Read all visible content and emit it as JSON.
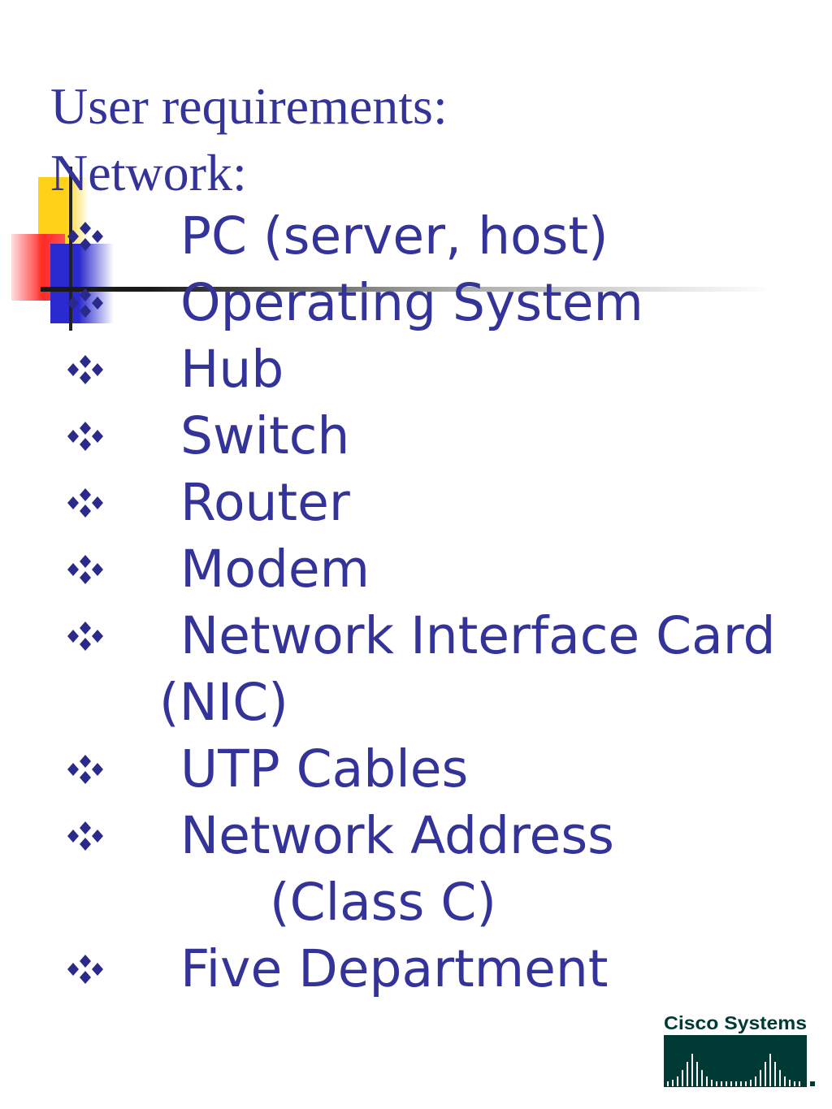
{
  "title": {
    "line1": "User requirements:",
    "line2": "Network:"
  },
  "bullet_icon": "diamond-cluster-icon",
  "items": [
    {
      "text": "PC (server, host)"
    },
    {
      "text": "Operating System"
    },
    {
      "text": "Hub"
    },
    {
      "text": "Switch"
    },
    {
      "text": "Router"
    },
    {
      "text": "Modem"
    },
    {
      "text": "Network Interface Card",
      "continuation": "(NIC)"
    },
    {
      "text": "UTP Cables"
    },
    {
      "text": "Network Address",
      "continuation": "(Class C)"
    },
    {
      "text": "Five Department"
    }
  ],
  "logo": {
    "text": "Cisco Systems",
    "icon": "cisco-bridge-logo",
    "color": "#003a35"
  },
  "colors": {
    "text": "#33339a",
    "bullet": "#2a2a8a"
  }
}
